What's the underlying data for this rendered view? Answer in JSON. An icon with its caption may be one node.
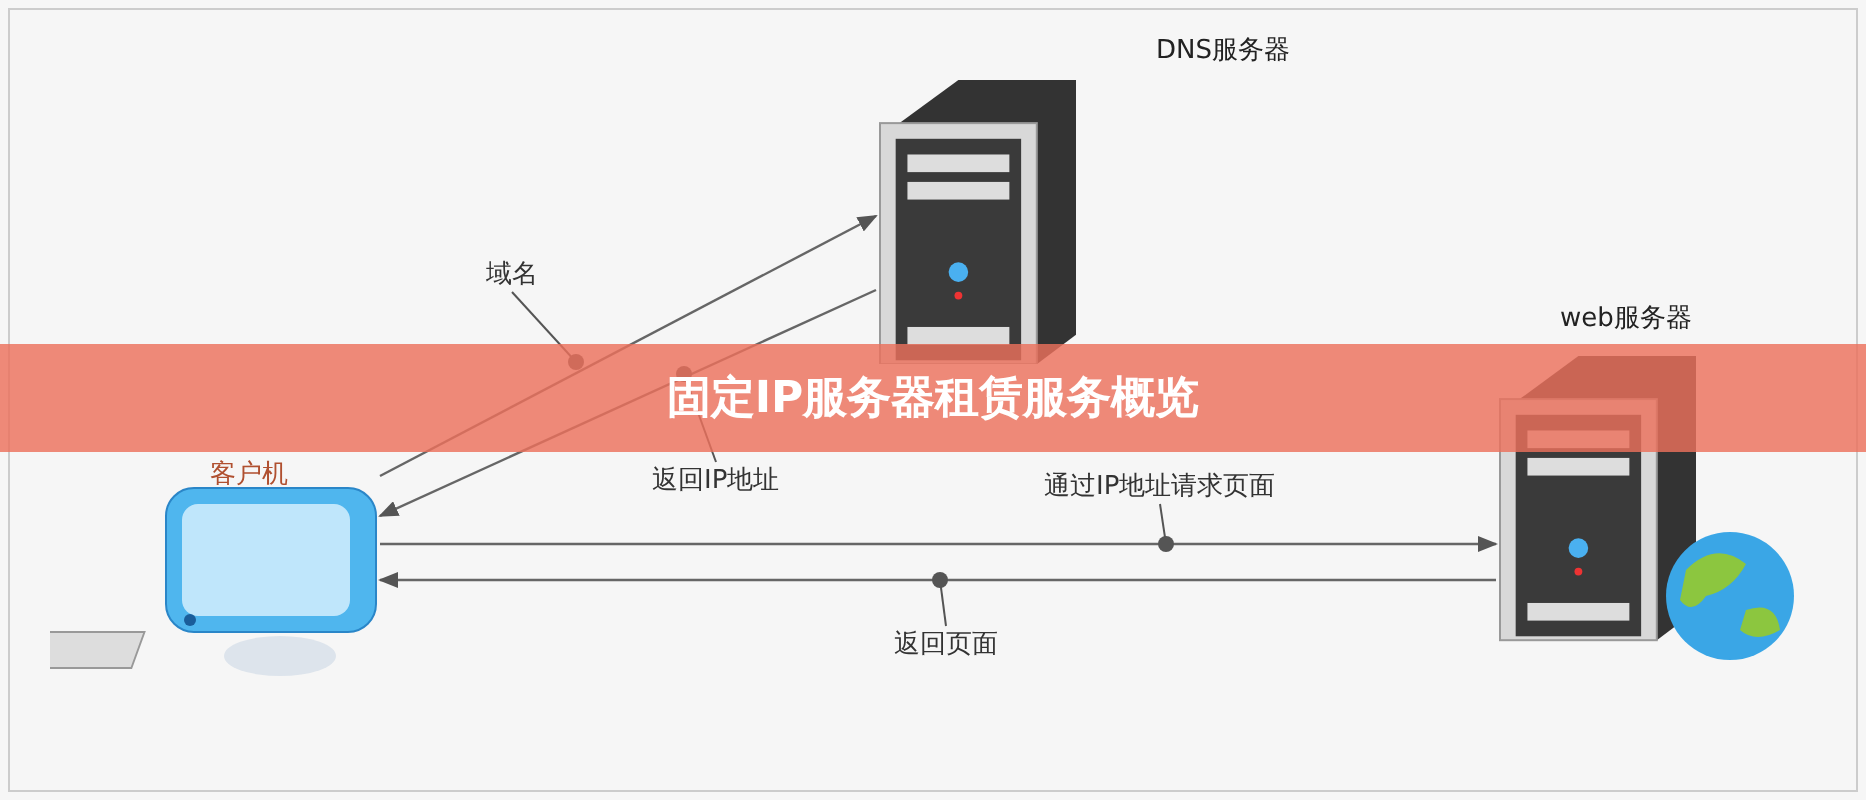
{
  "diagram": {
    "title": "固定IP服务器租赁服务概览",
    "nodes": [
      {
        "text": [
          "客户机"
        ]
      },
      {
        "text": [
          "DNS服务器"
        ]
      },
      {
        "text": [
          "web服务器"
        ]
      }
    ],
    "edges": [
      {
        "from": 0,
        "to": 1,
        "arrow": "to",
        "label": "域名"
      },
      {
        "from": 1,
        "to": 0,
        "arrow": "to",
        "label": "返回IP地址"
      },
      {
        "from": 0,
        "to": 2,
        "arrow": "to",
        "label": "通过IP地址请求页面"
      },
      {
        "from": 2,
        "to": 0,
        "arrow": "to",
        "label": "返回页面"
      }
    ]
  }
}
